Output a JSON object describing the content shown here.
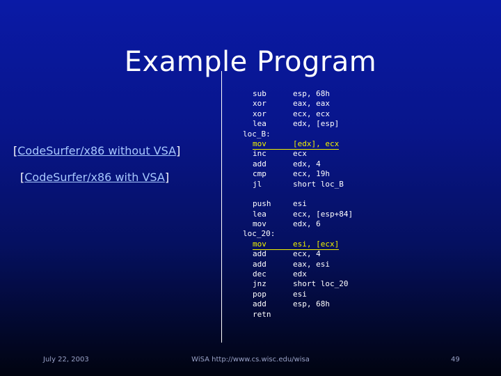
{
  "slide": {
    "title": "Example Program",
    "links": [
      {
        "open": "[",
        "label": "CodeSurfer/x86 without VSA",
        "close": "]"
      },
      {
        "open": "[",
        "label": "CodeSurfer/x86 with VSA",
        "close": "]"
      }
    ],
    "code": [
      {
        "label": "",
        "op": "sub",
        "args": "esp, 68h",
        "highlight": false
      },
      {
        "label": "",
        "op": "xor",
        "args": "eax, eax",
        "highlight": false
      },
      {
        "label": "",
        "op": "xor",
        "args": "ecx, ecx",
        "highlight": false
      },
      {
        "label": "",
        "op": "lea",
        "args": "edx, [esp]",
        "highlight": false
      },
      {
        "label": "loc_B:",
        "op": "",
        "args": "",
        "highlight": false
      },
      {
        "label": "",
        "op": "mov",
        "args": "[edx], ecx",
        "highlight": true
      },
      {
        "label": "",
        "op": "inc",
        "args": "ecx",
        "highlight": false
      },
      {
        "label": "",
        "op": "add",
        "args": "edx, 4",
        "highlight": false
      },
      {
        "label": "",
        "op": "cmp",
        "args": "ecx, 19h",
        "highlight": false
      },
      {
        "label": "",
        "op": "jl",
        "args": "short loc_B",
        "highlight": false
      },
      {
        "blank": true
      },
      {
        "label": "",
        "op": "push",
        "args": "esi",
        "highlight": false
      },
      {
        "label": "",
        "op": "lea",
        "args": "ecx, [esp+84]",
        "highlight": false
      },
      {
        "label": "",
        "op": "mov",
        "args": "edx, 6",
        "highlight": false
      },
      {
        "label": "loc_20:",
        "op": "",
        "args": "",
        "highlight": false
      },
      {
        "label": "",
        "op": "mov",
        "args": "esi, [ecx]",
        "highlight": true
      },
      {
        "label": "",
        "op": "add",
        "args": "ecx, 4",
        "highlight": false
      },
      {
        "label": "",
        "op": "add",
        "args": "eax, esi",
        "highlight": false
      },
      {
        "label": "",
        "op": "dec",
        "args": "edx",
        "highlight": false
      },
      {
        "label": "",
        "op": "jnz",
        "args": "short loc_20",
        "highlight": false
      },
      {
        "label": "",
        "op": "pop",
        "args": "esi",
        "highlight": false
      },
      {
        "label": "",
        "op": "add",
        "args": "esp, 68h",
        "highlight": false
      },
      {
        "label": "",
        "op": "retn",
        "args": "",
        "highlight": false
      }
    ]
  },
  "footer": {
    "date": "July 22, 2003",
    "center": "WiSA http://www.cs.wisc.edu/wisa",
    "page": "49"
  },
  "colors": {
    "highlight": "#f2f200",
    "link": "#a8c8ff",
    "background_top": "#0a1aa6",
    "background_bottom": "#010410"
  }
}
